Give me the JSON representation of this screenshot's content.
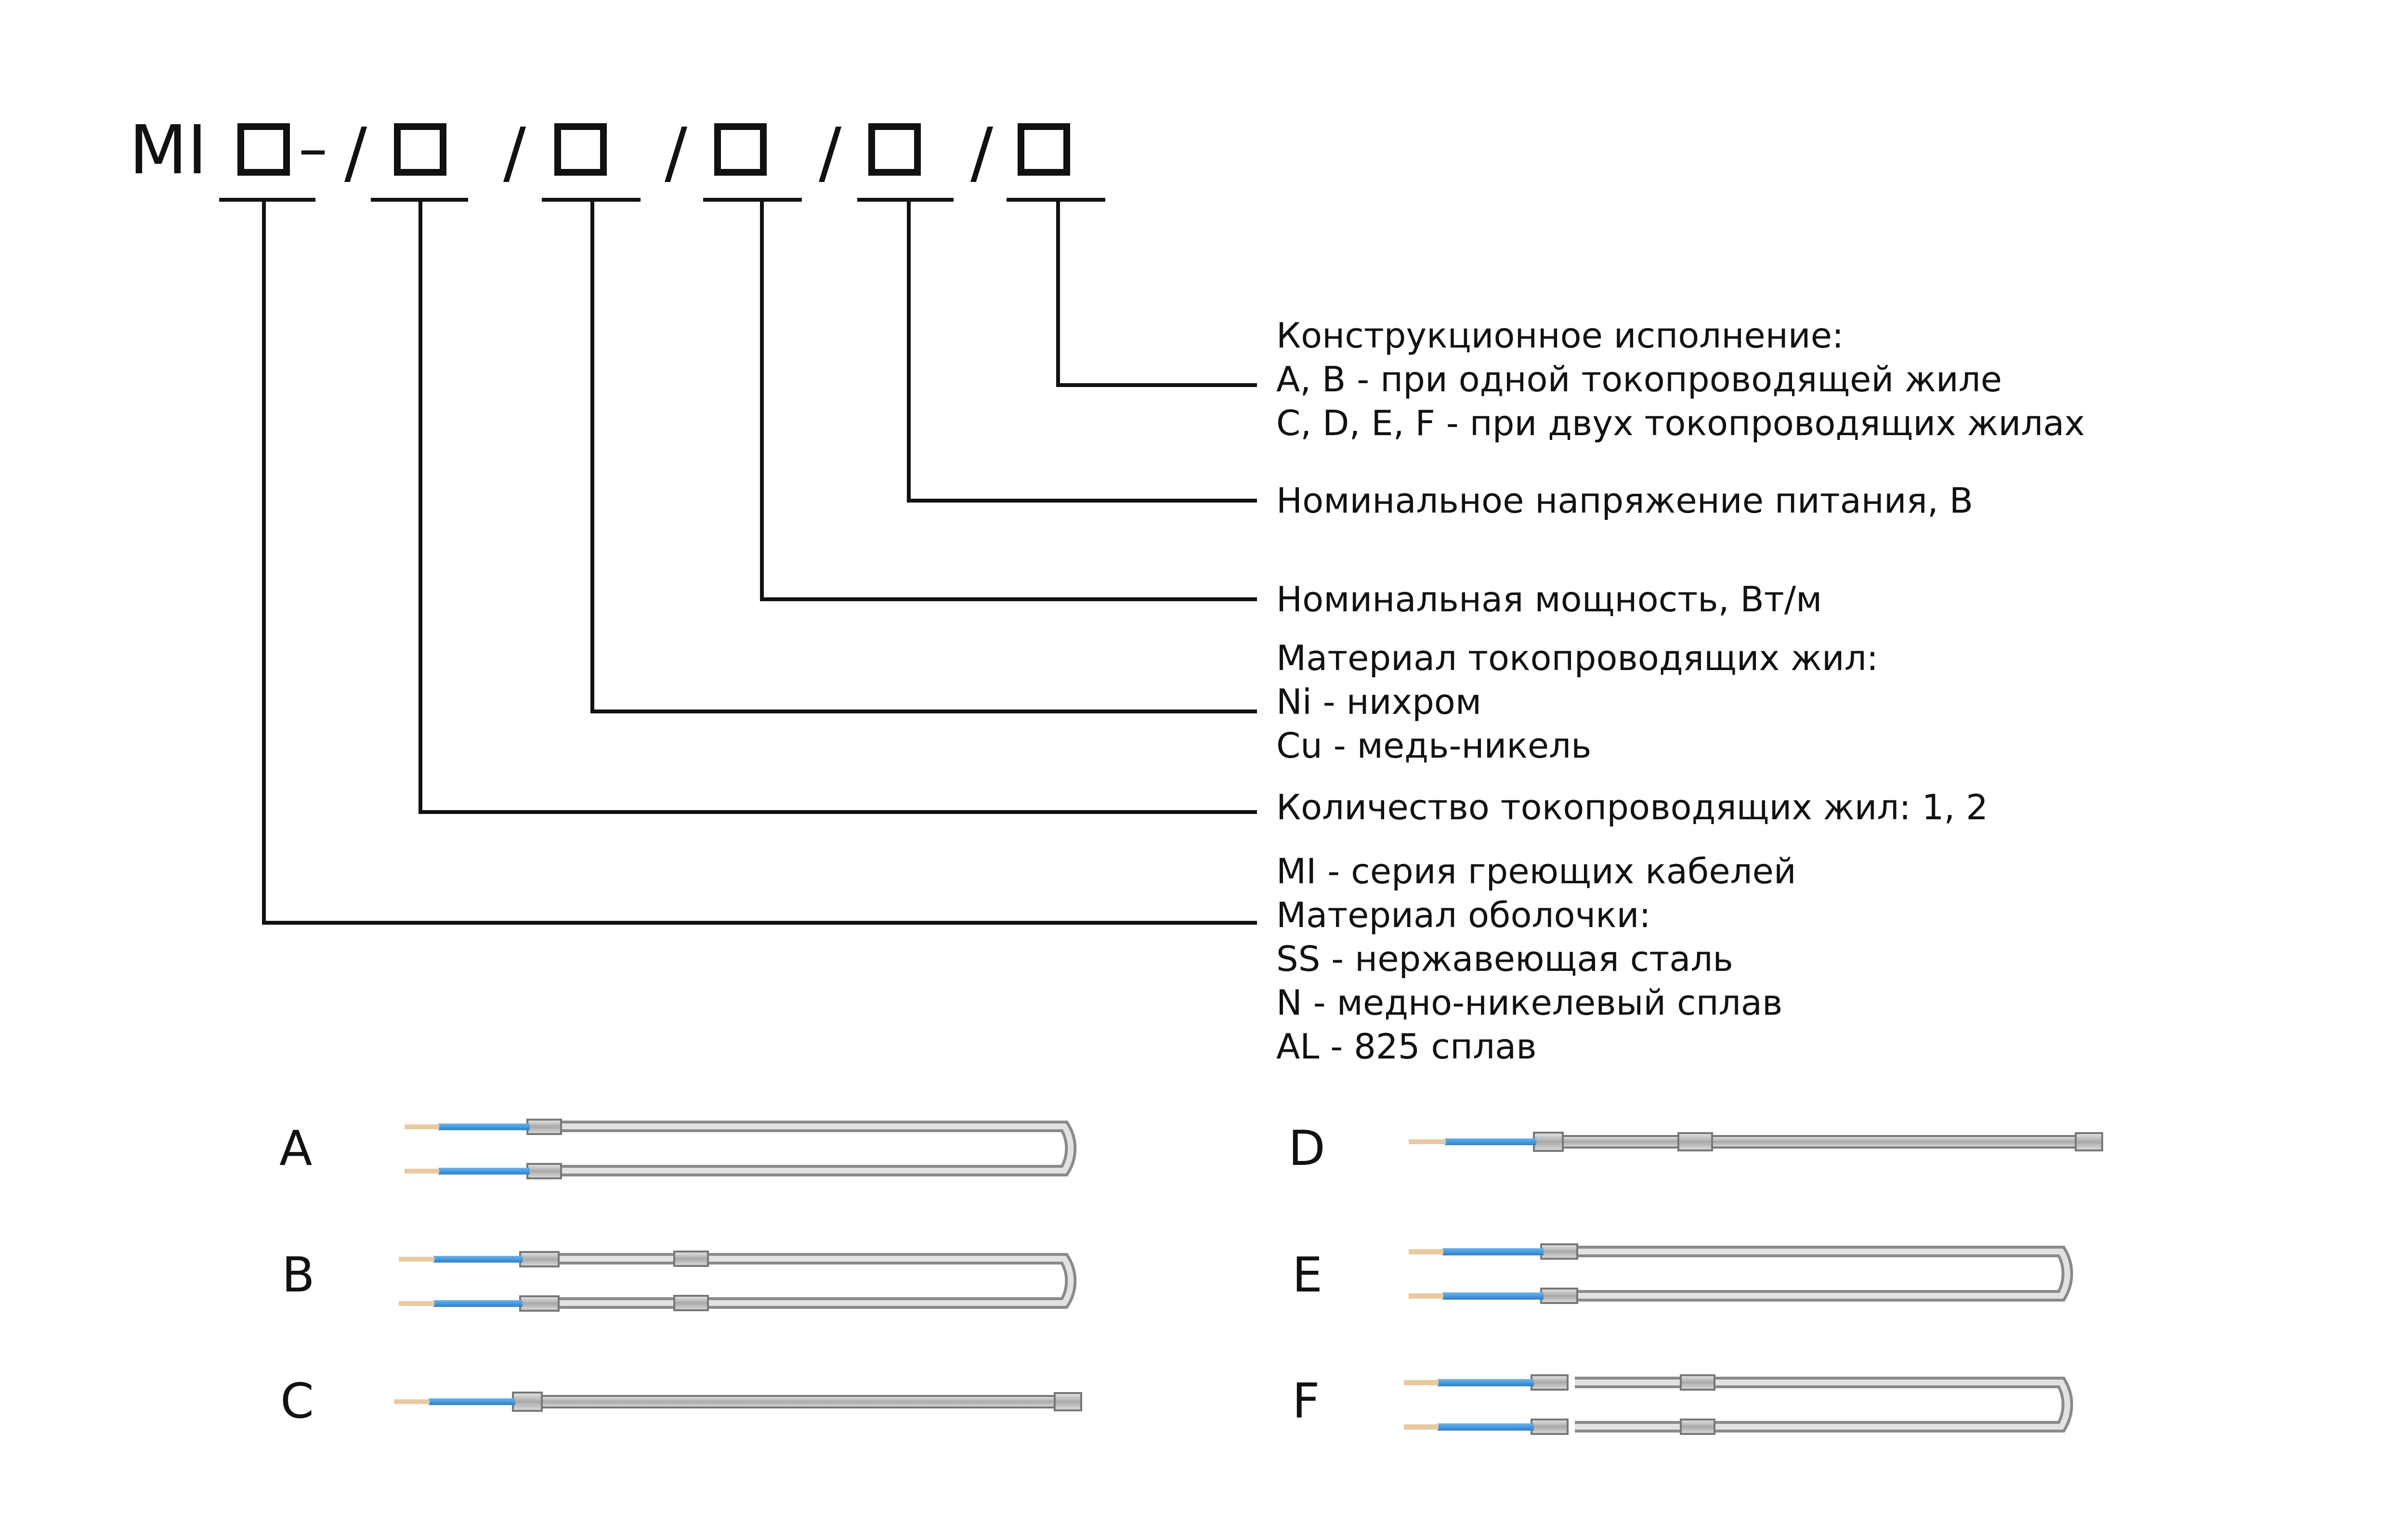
{
  "code": {
    "prefix": "MI",
    "dash": "–",
    "slash": "/"
  },
  "descriptions": {
    "construction": {
      "lines": [
        "Конструкционное исполнение:",
        "A, B - при одной токопроводящей жиле",
        "C, D, E, F - при двух токопроводящих жилах"
      ]
    },
    "voltage": {
      "lines": [
        "Номинальное напряжение питания, В"
      ]
    },
    "power": {
      "lines": [
        "Номинальная мощность, Вт/м"
      ]
    },
    "conductor_material": {
      "lines": [
        "Материал токопроводящих жил:",
        "Ni - нихром",
        "Cu - медь-никель"
      ]
    },
    "conductor_count": {
      "lines": [
        "Количество токопроводящих жил: 1, 2"
      ]
    },
    "sheath": {
      "lines": [
        "MI - серия греющих кабелей",
        "Материал оболочки:",
        "SS - нержавеющая сталь",
        "N - медно-никелевый сплав",
        "AL - 825 сплав"
      ]
    }
  },
  "variants": {
    "A": "A",
    "B": "B",
    "C": "C",
    "D": "D",
    "E": "E",
    "F": "F"
  },
  "colors": {
    "line": "#111111",
    "lead_wire": "#3a8fd6",
    "tip": "#e9c9a0",
    "sheath": "#b8b8b8",
    "sheath_dark": "#7a7a7a"
  }
}
